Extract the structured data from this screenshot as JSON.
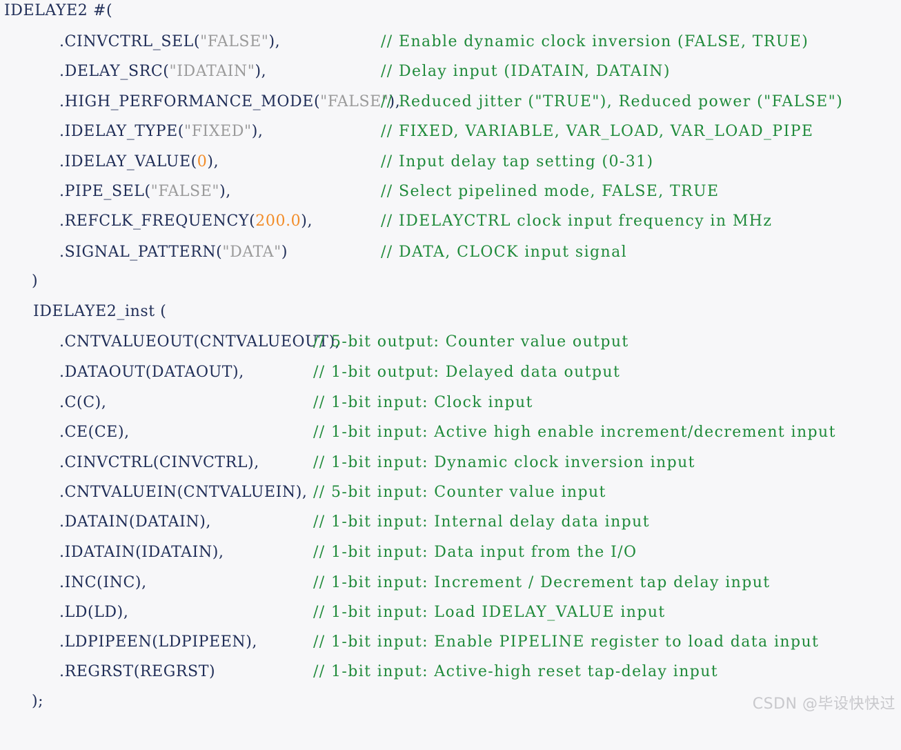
{
  "code": {
    "header": "IDELAYE2 #(",
    "params": [
      {
        "name": ".CINVCTRL_SEL(",
        "value": "\"FALSE\"",
        "value_kind": "str",
        "tail": "),",
        "comment": "// Enable dynamic clock inversion (FALSE, TRUE)"
      },
      {
        "name": ".DELAY_SRC(",
        "value": "\"IDATAIN\"",
        "value_kind": "str",
        "tail": "),",
        "comment": "// Delay input (IDATAIN, DATAIN)"
      },
      {
        "name": ".HIGH_PERFORMANCE_MODE(",
        "value": "\"FALSE\"",
        "value_kind": "str",
        "tail": "),",
        "comment": "// Reduced jitter (\"TRUE\"), Reduced power (\"FALSE\")"
      },
      {
        "name": ".IDELAY_TYPE(",
        "value": "\"FIXED\"",
        "value_kind": "str",
        "tail": "),",
        "comment": "// FIXED, VARIABLE, VAR_LOAD, VAR_LOAD_PIPE"
      },
      {
        "name": ".IDELAY_VALUE(",
        "value": "0",
        "value_kind": "num",
        "tail": "),",
        "comment": "// Input delay tap setting (0-31)"
      },
      {
        "name": ".PIPE_SEL(",
        "value": "\"FALSE\"",
        "value_kind": "str",
        "tail": "),",
        "comment": "// Select pipelined mode, FALSE, TRUE"
      },
      {
        "name": ".REFCLK_FREQUENCY(",
        "value": "200.0",
        "value_kind": "num",
        "tail": "),",
        "comment": "// IDELAYCTRL clock input frequency in MHz"
      },
      {
        "name": ".SIGNAL_PATTERN(",
        "value": "\"DATA\"",
        "value_kind": "str",
        "tail": ")",
        "comment": "// DATA, CLOCK input signal"
      }
    ],
    "params_close": ")",
    "inst_header": "IDELAYE2_inst (",
    "ports": [
      {
        "text": ".CNTVALUEOUT(CNTVALUEOUT),",
        "comment": "// 5-bit output: Counter value output"
      },
      {
        "text": ".DATAOUT(DATAOUT),",
        "comment": "// 1-bit output: Delayed data output"
      },
      {
        "text": ".C(C),",
        "comment": "// 1-bit input: Clock input"
      },
      {
        "text": ".CE(CE),",
        "comment": "// 1-bit input: Active high enable increment/decrement input"
      },
      {
        "text": ".CINVCTRL(CINVCTRL),",
        "comment": "// 1-bit input: Dynamic clock inversion input"
      },
      {
        "text": ".CNTVALUEIN(CNTVALUEIN),",
        "comment": "// 5-bit input: Counter value input"
      },
      {
        "text": ".DATAIN(DATAIN),",
        "comment": "// 1-bit input: Internal delay data input"
      },
      {
        "text": ".IDATAIN(IDATAIN),",
        "comment": "// 1-bit input: Data input from the I/O"
      },
      {
        "text": ".INC(INC),",
        "comment": "// 1-bit input: Increment / Decrement tap delay input"
      },
      {
        "text": ".LD(LD),",
        "comment": "// 1-bit input: Load IDELAY_VALUE input"
      },
      {
        "text": ".LDPIPEEN(LDPIPEEN),",
        "comment": "// 1-bit input: Enable PIPELINE register to load data input"
      },
      {
        "text": ".REGRST(REGRST)",
        "comment": "// 1-bit input: Active-high reset tap-delay input"
      }
    ],
    "close": ");"
  },
  "watermark": "CSDN @毕设快快过",
  "colors": {
    "background": "#f7f7f9",
    "keyword": "#1f2d57",
    "string": "#9a9a9a",
    "number": "#f28c28",
    "comment": "#1f8a3a"
  }
}
